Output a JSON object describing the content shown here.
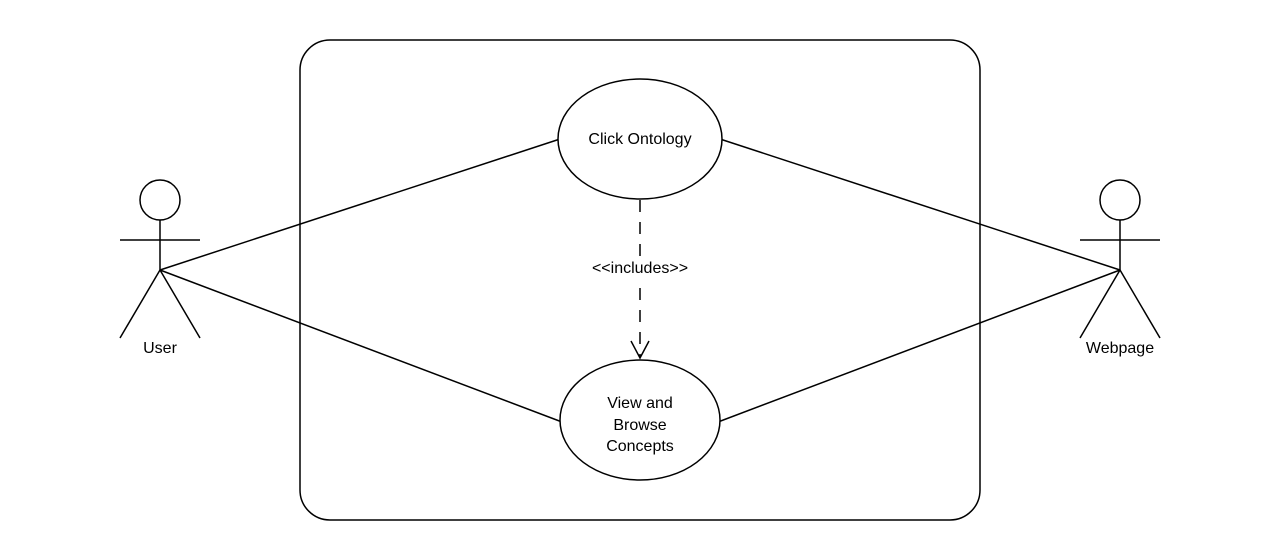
{
  "diagram": {
    "type": "uml-use-case",
    "actors": {
      "user": "User",
      "webpage": "Webpage"
    },
    "use_cases": {
      "click_ontology": "Click Ontology",
      "view_browse": [
        "View and",
        "Browse",
        "Concepts"
      ]
    },
    "relationships": {
      "include_label": "<<includes>>"
    }
  }
}
